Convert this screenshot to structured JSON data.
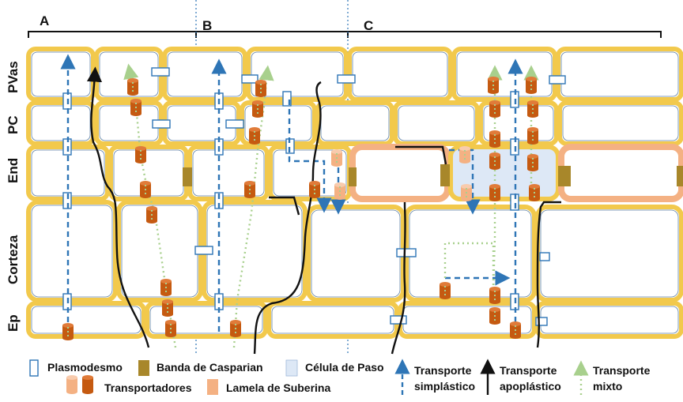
{
  "sections": [
    "A",
    "B",
    "C"
  ],
  "rows": [
    "PVas",
    "PC",
    "End",
    "Corteza",
    "Ep"
  ],
  "legend": {
    "plasmodesmo": "Plasmodesmo",
    "banda": "Banda de Casparian",
    "celula_paso": "Célula de Paso",
    "transportadores": "Transportadores",
    "lamela": "Lamela de Suberina",
    "simplastico_1": "Transporte",
    "simplastico_2": "simplástico",
    "apoplastico_1": "Transporte",
    "apoplastico_2": "apoplástico",
    "mixto_1": "Transporte",
    "mixto_2": "mixto"
  },
  "colors": {
    "cell_wall": "#F6D66A",
    "cell_border": "#3A6FA8",
    "symplastic": "#2E75B6",
    "apoplastic": "#111111",
    "mixed": "#A8D08D",
    "transporter": "#C55A11",
    "transporter_light": "#F4B183",
    "casparian": "#A8872A",
    "suberin": "#F4B183",
    "passage_cell": "#DDE8F6"
  }
}
